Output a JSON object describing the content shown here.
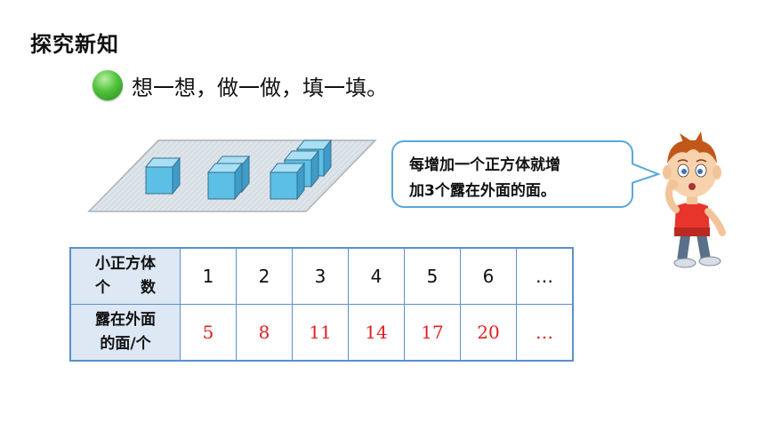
{
  "section_title": "探究新知",
  "prompt": "想一想，做一做，填一填。",
  "speech_bubble": {
    "line1": "每增加一个正方体就增",
    "line2": "加3个露在外面的面。"
  },
  "table": {
    "row1_label_line1": "小正方体",
    "row1_label_line2": "个　　数",
    "row2_label_line1": "露在外面",
    "row2_label_line2": "的面/个",
    "cube_counts": [
      "1",
      "2",
      "3",
      "4",
      "5",
      "6",
      "…"
    ],
    "exposed_faces": [
      "5",
      "8",
      "11",
      "14",
      "17",
      "20",
      "…"
    ]
  },
  "colors": {
    "cube_face": "#5bbfe6",
    "answer_red": "#e02020",
    "table_border": "#5b8fcf",
    "header_fill": "#dde8f4"
  },
  "icons": [
    "green-dot-bullet",
    "cubes-illustration",
    "boy-thinking-illustration"
  ]
}
